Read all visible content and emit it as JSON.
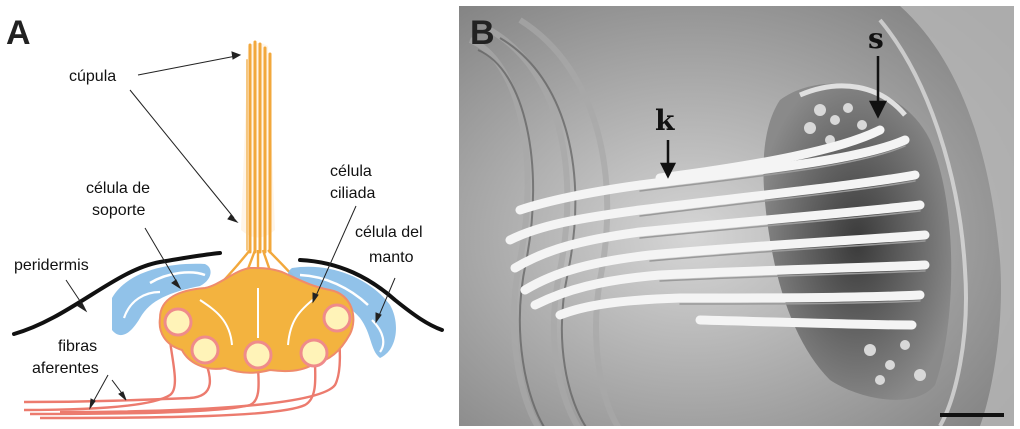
{
  "panels": {
    "a": {
      "letter": "A"
    },
    "b": {
      "letter": "B"
    }
  },
  "labels": {
    "cupula": "cúpula",
    "celula_de": "célula de",
    "soporte": "soporte",
    "celula": "célula",
    "ciliada": "ciliada",
    "celula_del": "célula del",
    "manto": "manto",
    "peridermis": "peridermis",
    "fibras": "fibras",
    "aferentes": "aferentes"
  },
  "micrograph": {
    "k": "k",
    "s": "s"
  },
  "colors": {
    "cupula_hair": "#f2a83c",
    "cell_body": "#f3b33f",
    "nucleus": "#fff3b8",
    "nucleus_ring": "#ef8b8b",
    "nerve_fiber": "#ec7b6e",
    "support_cell": "#8bbfe8",
    "peridermis": "#111111"
  }
}
